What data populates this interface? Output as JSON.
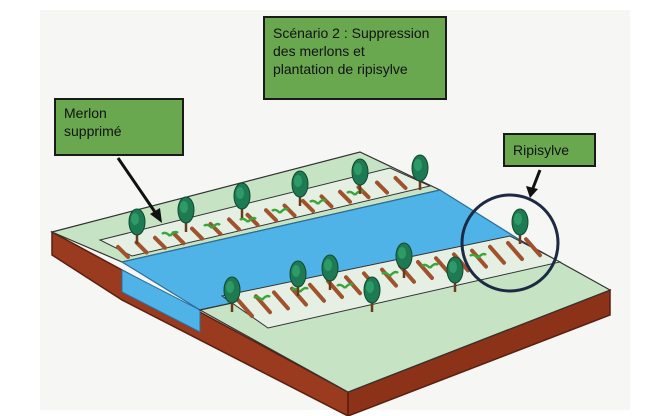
{
  "labels": {
    "title": "Scénario 2 : Suppression\ndes merlons et\nplantation de ripisylve",
    "merlon": "Merlon\nsupprimé",
    "ripisylve": "Ripisylve"
  },
  "colors": {
    "grass": "#c6e3c3",
    "water": "#4fb3e8",
    "soil": "#9a3a1f",
    "furrow": "#a0522d",
    "tree": "#1e7a52",
    "label_bg": "#6aa84f",
    "circle": "#1c2a44"
  },
  "icons": [
    "tree-icon",
    "crop-sprout-icon",
    "arrow-icon",
    "highlight-circle"
  ]
}
